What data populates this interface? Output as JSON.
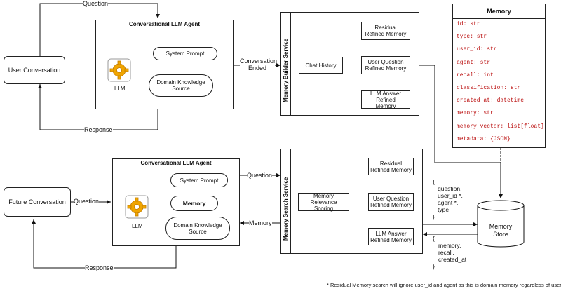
{
  "top": {
    "user_conversation": "User Conversation",
    "question_label": "Question",
    "response_label": "Response",
    "agent": {
      "title": "Conversational LLM Agent",
      "system_prompt": "System Prompt",
      "domain_knowledge": "Domain Knowledge Source",
      "llm_label": "LLM"
    },
    "conversation_ended": "Conversation Ended",
    "builder": {
      "service_title": "Memory Builder Service",
      "chat_history": "Chat History",
      "residual": "Residual Refined Memory",
      "user_question": "User Question Refined Memory",
      "llm_answer": "LLM Answer Refined Memory"
    }
  },
  "bottom": {
    "future_conversation": "Future Conversation",
    "question_label": "Question",
    "response_label": "Response",
    "agent": {
      "title": "Conversational LLM Agent",
      "system_prompt": "System Prompt",
      "memory": "Memory",
      "domain_knowledge": "Domain Knowledge Source",
      "llm_label": "LLM"
    },
    "agent_question_label": "Question",
    "agent_memory_label": "Memory",
    "search": {
      "service_title": "Memory Search Service",
      "relevance": "Memory Relevance Scoring",
      "residual": "Residual Refined Memory",
      "user_question": "User Question Refined Memory",
      "llm_answer": "LLM Answer Refined Memory"
    }
  },
  "store": {
    "label": "Memory Store",
    "request": [
      "{",
      "question,",
      "user_id *,",
      "agent *,",
      "type",
      "}"
    ],
    "response": [
      "{",
      "memory,",
      "recall,",
      "created_at",
      "}"
    ]
  },
  "schema": {
    "title": "Memory",
    "fields": [
      "id: str",
      "type: str",
      "user_id: str",
      "agent: str",
      "recall: int",
      "classification: str",
      "created_at: datetime",
      "memory: str",
      "memory_vector: list[float]",
      "metadata: {JSON}"
    ]
  },
  "footnote": "* Residual Memory search will ignore user_id and agent as this is domain memory regardless of user"
}
